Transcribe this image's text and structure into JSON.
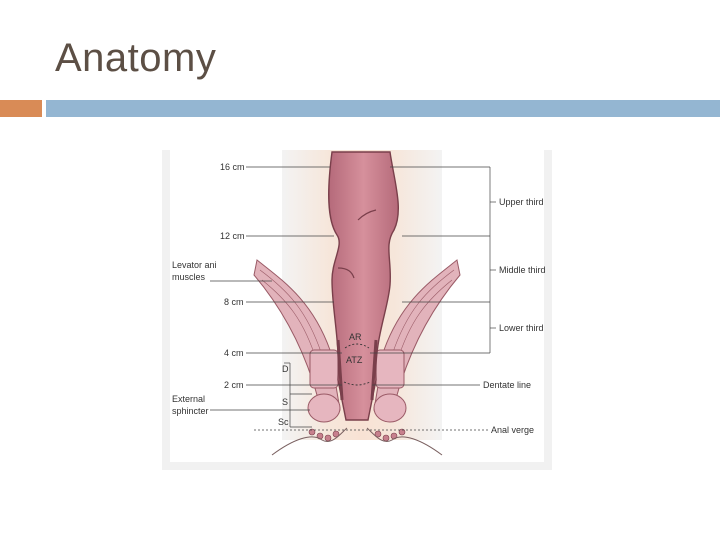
{
  "slide": {
    "title": "Anatomy"
  },
  "diagram": {
    "depth_labels": [
      "16 cm",
      "12 cm",
      "8 cm",
      "4 cm",
      "2 cm"
    ],
    "left_labels": {
      "levator_line1": "Levator ani",
      "levator_line2": "muscles",
      "external_line1": "External",
      "external_line2": "sphincter"
    },
    "sphincter_parts": [
      "D",
      "S",
      "Sc"
    ],
    "zone_labels": {
      "ar": "AR",
      "atz": "ATZ"
    },
    "right_labels": {
      "upper": "Upper third",
      "middle": "Middle third",
      "lower": "Lower third",
      "dentate": "Dentate line",
      "verge": "Anal verge"
    }
  },
  "colors": {
    "accent_orange": "#d98b56",
    "accent_blue": "#94b6d2",
    "rectum_fill": "#c9808e",
    "muscle_fill": "#e2b3bb",
    "title_color": "#5c4f45"
  }
}
